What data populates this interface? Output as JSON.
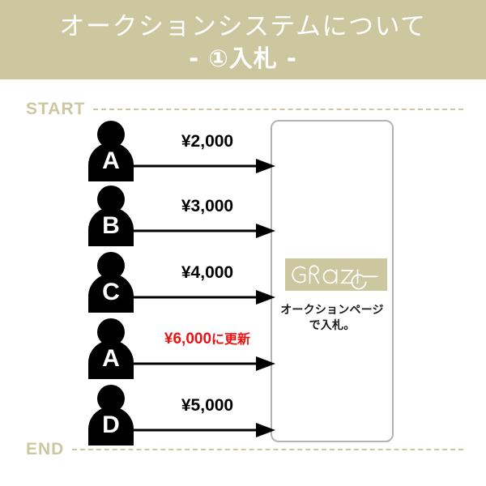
{
  "header": {
    "title": "オークションシステムについて",
    "subtitle": "- ①入札 -",
    "background_color": "#cdc7a0",
    "text_color": "#ffffff"
  },
  "timeline": {
    "start_label": "START",
    "end_label": "END",
    "line_color": "#cdc7a0"
  },
  "panel": {
    "logo_text": "GRAZIE",
    "logo_background": "#cdc7a0",
    "caption_line1": "オークションページ",
    "caption_line2": "で入札。",
    "border_color": "#b3b3b3"
  },
  "bids": [
    {
      "bidder": "A",
      "amount": "¥2,000",
      "suffix": "",
      "highlight": false
    },
    {
      "bidder": "B",
      "amount": "¥3,000",
      "suffix": "",
      "highlight": false
    },
    {
      "bidder": "C",
      "amount": "¥4,000",
      "suffix": "",
      "highlight": false
    },
    {
      "bidder": "A",
      "amount": "¥6,000",
      "suffix": "に更新",
      "highlight": true
    },
    {
      "bidder": "D",
      "amount": "¥5,000",
      "suffix": "",
      "highlight": false
    }
  ],
  "colors": {
    "khaki": "#cdc7a0",
    "red": "#ee1111",
    "black": "#000000",
    "white": "#ffffff"
  }
}
